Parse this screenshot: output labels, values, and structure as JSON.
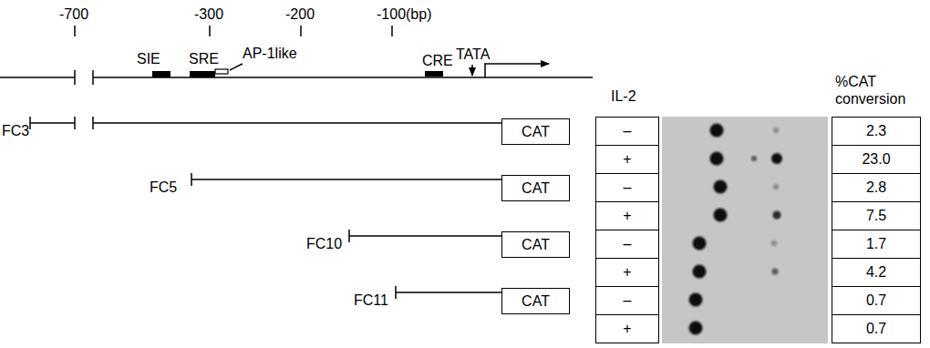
{
  "diagram": {
    "nodes": [
      {
        "text": [
          "CAT"
        ]
      },
      {
        "text": [
          "–"
        ]
      },
      {
        "text": [
          "2.3"
        ]
      },
      {
        "text": [
          "+"
        ]
      },
      {
        "text": [
          "23.0"
        ]
      },
      {
        "text": [
          "CAT"
        ]
      },
      {
        "text": [
          "–"
        ]
      },
      {
        "text": [
          "2.8"
        ]
      },
      {
        "text": [
          "+"
        ]
      },
      {
        "text": [
          "7.5"
        ]
      },
      {
        "text": [
          "CAT"
        ]
      },
      {
        "text": [
          "–"
        ]
      },
      {
        "text": [
          "1.7"
        ]
      },
      {
        "text": [
          "+"
        ]
      },
      {
        "text": [
          "4.2"
        ]
      },
      {
        "text": [
          "CAT"
        ]
      },
      {
        "text": [
          "–"
        ]
      },
      {
        "text": [
          "0.7"
        ]
      },
      {
        "text": [
          "+"
        ]
      },
      {
        "text": [
          "0.7"
        ]
      }
    ],
    "labels": [
      "-700",
      "-300",
      "-200",
      "-100(bp)",
      "SIE",
      "SRE",
      "AP-1like",
      "CRE",
      "TATA",
      "IL-2",
      "%CAT conversion",
      "FC3",
      "FC5",
      "FC10",
      "FC11"
    ]
  }
}
